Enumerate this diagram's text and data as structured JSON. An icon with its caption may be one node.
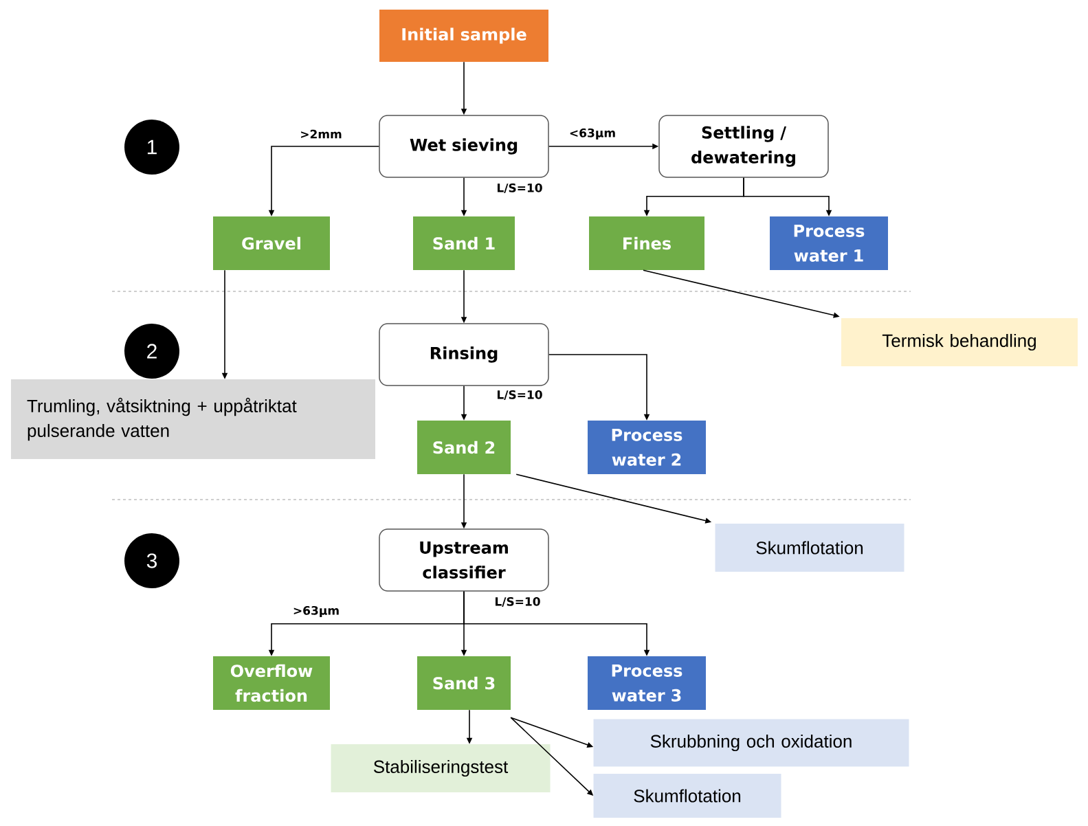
{
  "diagram": {
    "nodes": [
      {
        "text": [
          "Initial sample"
        ]
      },
      {
        "text": [
          "1"
        ]
      },
      {
        "text": [
          "Wet sieving"
        ]
      },
      {
        "text": [
          "Settling / dewatering"
        ]
      },
      {
        "text": [
          "Gravel"
        ]
      },
      {
        "text": [
          "Sand 1"
        ]
      },
      {
        "text": [
          "Fines"
        ]
      },
      {
        "text": [
          "Process water 1"
        ]
      },
      {
        "text": [
          "2"
        ]
      },
      {
        "text": [
          "Rinsing"
        ]
      },
      {
        "text": [
          "Termisk behandling"
        ]
      },
      {
        "text": [
          "Trumling, våtsiktning + uppåtriktat pulserande vatten"
        ]
      },
      {
        "text": [
          "Sand 2"
        ]
      },
      {
        "text": [
          "Process water 2"
        ]
      },
      {
        "text": [
          "Skumflotation"
        ]
      },
      {
        "text": [
          "3"
        ]
      },
      {
        "text": [
          "Upstream classifier"
        ]
      },
      {
        "text": [
          "Overflow fraction"
        ]
      },
      {
        "text": [
          "Sand 3"
        ]
      },
      {
        "text": [
          "Process water 3"
        ]
      },
      {
        "text": [
          "Skrubbning och oxidation"
        ]
      },
      {
        "text": [
          "Stabiliseringstest"
        ]
      },
      {
        "text": [
          "Skumflotation"
        ]
      }
    ],
    "edges": [
      {
        "from": 0,
        "to": 2,
        "arrow": "to"
      },
      {
        "from": 2,
        "to": 4,
        "arrow": "to",
        "label": ">2mm"
      },
      {
        "from": 2,
        "to": 3,
        "arrow": "to",
        "label": "<63μm"
      },
      {
        "from": 2,
        "to": 5,
        "arrow": "to",
        "label": "L/S=10"
      },
      {
        "from": 3,
        "to": 6,
        "arrow": "to"
      },
      {
        "from": 3,
        "to": 7,
        "arrow": "to"
      },
      {
        "from": 4,
        "to": 11,
        "arrow": "to"
      },
      {
        "from": 6,
        "to": 10,
        "arrow": "to"
      },
      {
        "from": 5,
        "to": 9,
        "arrow": "to"
      },
      {
        "from": 9,
        "to": 13,
        "arrow": "to"
      },
      {
        "from": 9,
        "to": 12,
        "arrow": "to",
        "label": "L/S=10"
      },
      {
        "from": 12,
        "to": 14,
        "arrow": "to"
      },
      {
        "from": 12,
        "to": 16,
        "arrow": "to"
      },
      {
        "from": 16,
        "to": 17,
        "arrow": "to",
        "label": ">63μm"
      },
      {
        "from": 16,
        "to": 18,
        "arrow": "to",
        "label": "L/S=10"
      },
      {
        "from": 16,
        "to": 19,
        "arrow": "to"
      },
      {
        "from": 18,
        "to": 20,
        "arrow": "to"
      },
      {
        "from": 18,
        "to": 22,
        "arrow": "to"
      },
      {
        "from": 18,
        "to": 21,
        "arrow": "to"
      }
    ]
  }
}
